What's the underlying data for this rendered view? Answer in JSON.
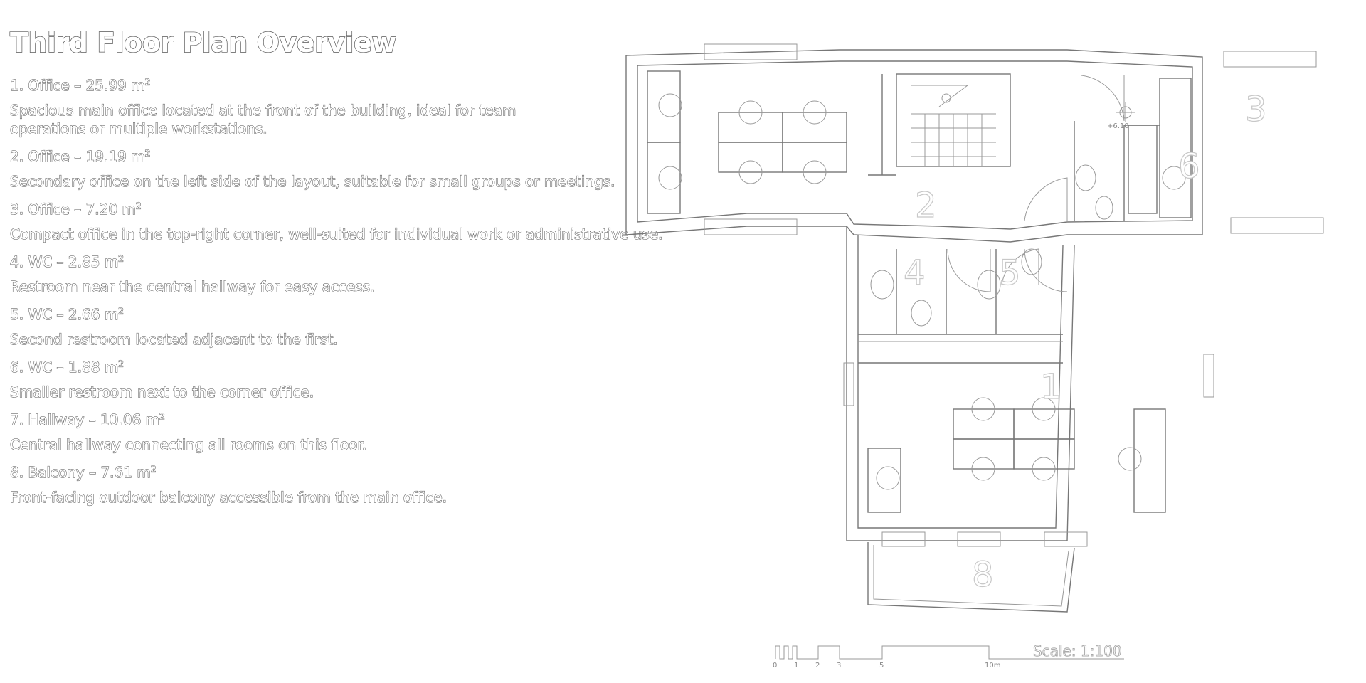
{
  "title": "Third Floor Plan Overview",
  "rooms": [
    {
      "number": "1",
      "name": "Office",
      "area": "25.99",
      "unit": "m",
      "desc": "Spacious main office located at the front of the building, ideal for team operations or multiple workstations."
    },
    {
      "number": "2",
      "name": "Office",
      "area": "19.19",
      "unit": "m",
      "desc": "Secondary office on the left side of the layout, suitable for small groups or meetings."
    },
    {
      "number": "3",
      "name": "Office",
      "area": "7.20",
      "unit": "m",
      "desc": "Compact office in the top-right corner, well-suited for individual work or administrative use."
    },
    {
      "number": "4",
      "name": "WC",
      "area": "2.85",
      "unit": "m",
      "desc": "Restroom near the central hallway for easy access."
    },
    {
      "number": "5",
      "name": "WC",
      "area": "2.66",
      "unit": "m",
      "desc": "Second restroom located adjacent to the first."
    },
    {
      "number": "6",
      "name": "WC",
      "area": "1.88",
      "unit": "m",
      "desc": "Smaller restroom next to the corner office."
    },
    {
      "number": "7",
      "name": "Hallway",
      "area": "10.06",
      "unit": "m",
      "desc": "Central hallway connecting all rooms on this floor."
    },
    {
      "number": "8",
      "name": "Balcony",
      "area": "7.61",
      "unit": "m",
      "desc": "Front-facing outdoor balcony accessible from the main office."
    }
  ],
  "plan": {
    "labels": [
      "1",
      "2",
      "3",
      "4",
      "5",
      "6",
      "8"
    ],
    "elevation": "+6.10",
    "scale_label": "Scale: 1:100",
    "scale_ticks": [
      "0",
      "1",
      "2",
      "3",
      "5",
      "10m"
    ]
  }
}
